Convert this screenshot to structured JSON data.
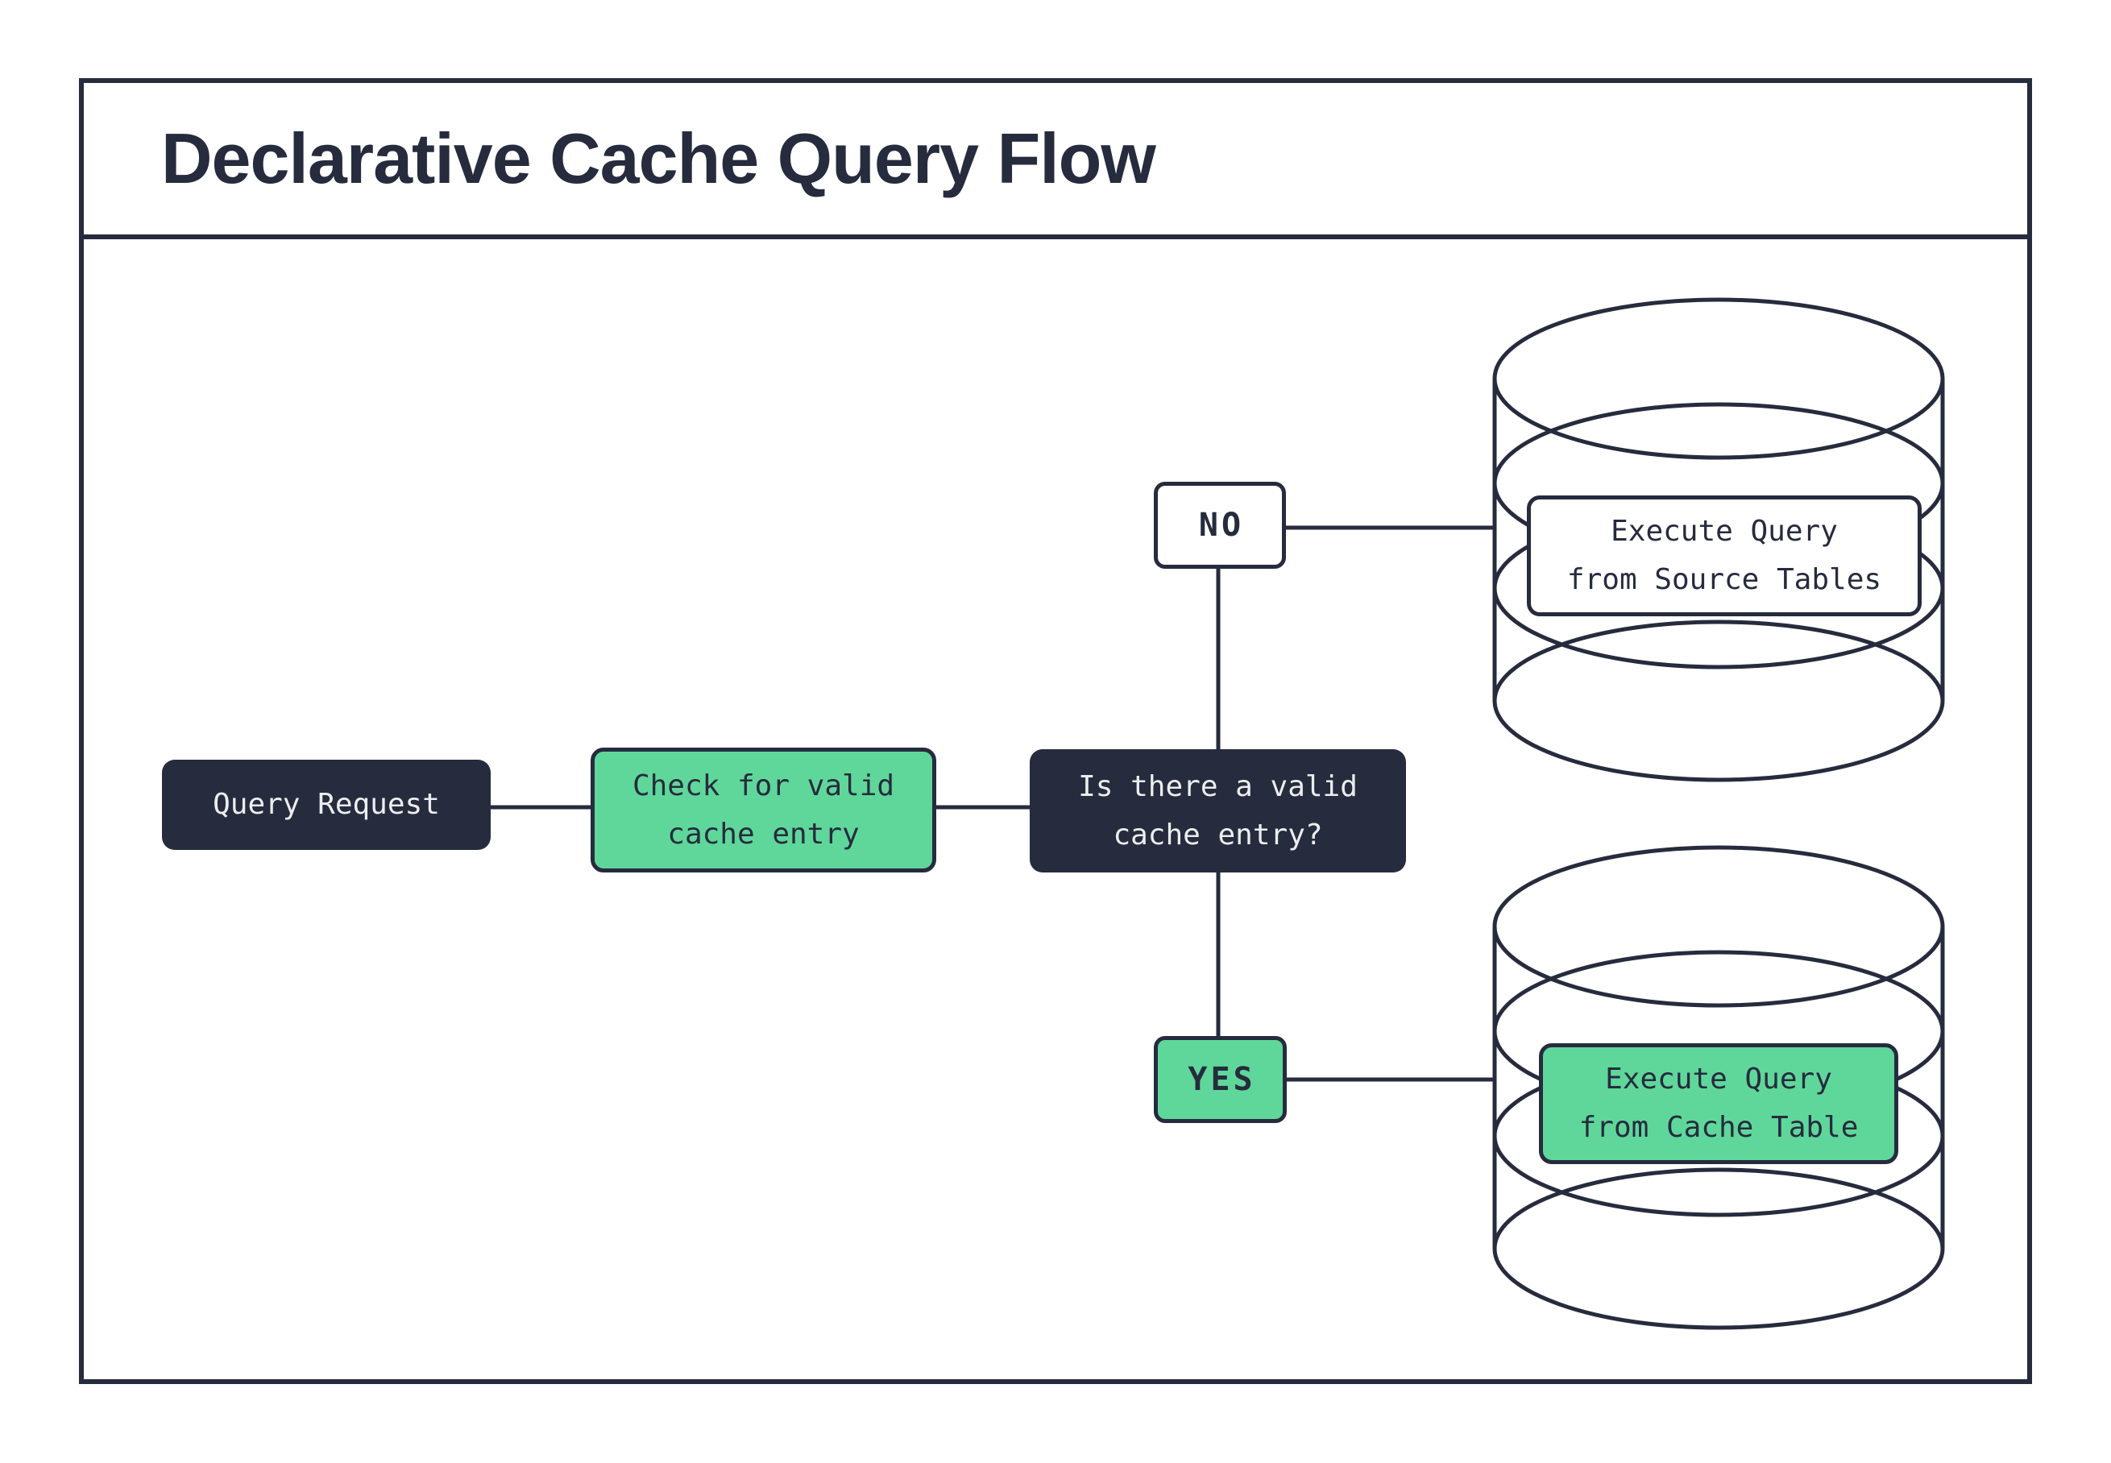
{
  "title": "Declarative Cache Query Flow",
  "colors": {
    "ink": "#262B3D",
    "green": "#5FD79B",
    "paper": "#FFFFFF",
    "light": "#ECEDEF"
  },
  "nodes": {
    "query_request": {
      "label": "Query Request"
    },
    "check_cache": {
      "label": "Check for valid\ncache entry"
    },
    "decision": {
      "label": "Is there a valid\ncache entry?"
    },
    "no_branch": {
      "label": "NO"
    },
    "yes_branch": {
      "label": "YES"
    },
    "source_db": {
      "label": "Execute Query\nfrom Source Tables"
    },
    "cache_db": {
      "label": "Execute Query\nfrom Cache Table"
    }
  }
}
